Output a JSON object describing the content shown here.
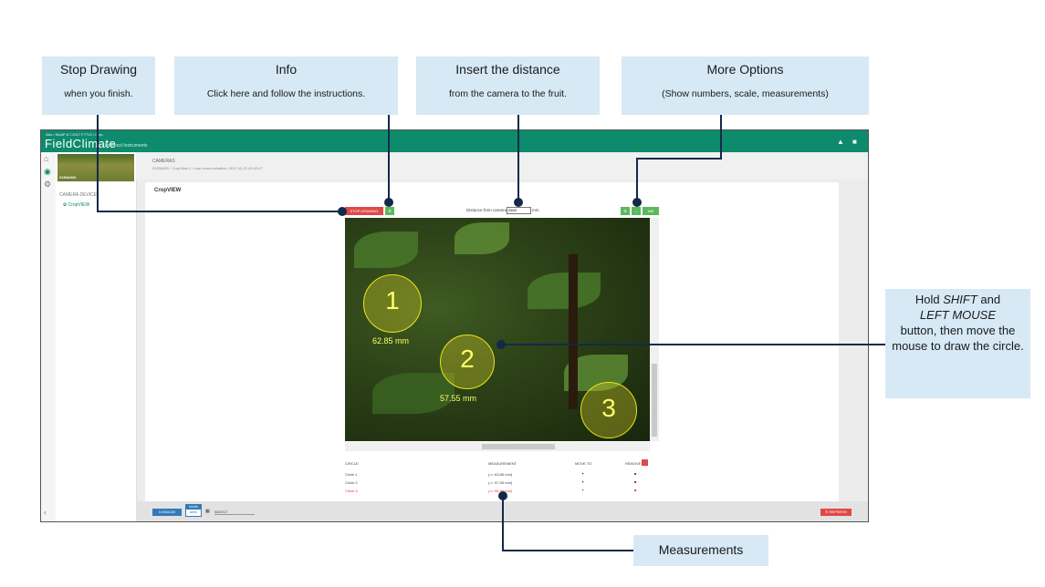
{
  "callouts": {
    "stop": {
      "title": "Stop Drawing",
      "text": "when you finish."
    },
    "info": {
      "title": "Info",
      "text": "Click here and follow the instructions."
    },
    "distance": {
      "title": "Insert the distance",
      "text": "from the camera to the fruit."
    },
    "more": {
      "title": "More Options",
      "text": "(Show numbers, scale, measurements)"
    },
    "shift": {
      "line1": "Hold",
      "shift": "SHIFT",
      "and": "and",
      "left_mouse": "LEFT MOUSE",
      "rest": "button, then move the mouse to draw the circle."
    },
    "measurements": {
      "title": "Measurements"
    }
  },
  "app": {
    "crumb": "Abo / SinAP 8.7.2017 F7713 / Crop",
    "logo": "FieldClimate",
    "logo_sub": "by Pessl Instruments",
    "station_label": "0190A020",
    "camera_device_label": "CAMERA DEVICE",
    "cropview_item": "CropVIEW",
    "header_title": "CAMERAS",
    "header_sub": "0190A020 › CropView 2 › Last communication: 2017-11-21 09:43:47",
    "card_title": "CropVIEW",
    "stop_drawing_btn": "STOP DRAWING",
    "distance_label": "Distance from camera",
    "distance_value": "2500",
    "distance_unit": "mm",
    "more_btn_label": "MM",
    "circles": [
      {
        "number": "1",
        "measurement": "62.85 mm"
      },
      {
        "number": "2",
        "measurement": "57.55 mm"
      },
      {
        "number": "3",
        "measurement": ""
      }
    ],
    "table": {
      "headers": [
        "CIRCLE",
        "MEASUREMENT",
        "MOVE TO",
        "REMOVE"
      ],
      "rows": [
        {
          "circle": "Circle 1",
          "measurement": "(== 63.85 mm)"
        },
        {
          "circle": "Circle 2",
          "measurement": "(== 57.55 mm)"
        },
        {
          "circle": "Circle 3",
          "measurement": "(== 56.99 mm)"
        }
      ]
    },
    "footer": {
      "station": "0190A020",
      "period_top": "month",
      "period_bottom": "week",
      "date": "08/2017",
      "refresh": "REFRESH"
    }
  },
  "colors": {
    "accent": "#0e8a6c",
    "danger": "#e04848",
    "callout_bg": "#d6e9f5",
    "line": "#13294b",
    "button_green": "#5cb85c",
    "button_blue": "#337ab7"
  },
  "icons": [
    "home-icon",
    "eye-icon",
    "gear-icon",
    "info-icon",
    "user-icon",
    "robot-icon",
    "crosshair-icon",
    "trash-icon",
    "refresh-icon",
    "calendar-icon",
    "leaf-icon"
  ]
}
